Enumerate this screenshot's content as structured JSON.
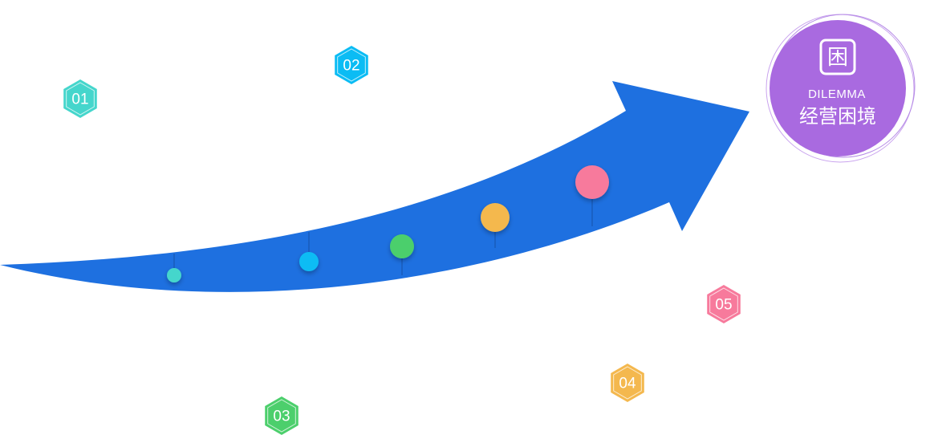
{
  "badge": {
    "english": "DILEMMA",
    "chinese": "经营困境",
    "icon": "kun-character-icon",
    "icon_glyph": "困",
    "color": "#a96ae0"
  },
  "arrow": {
    "color": "#1e70e0"
  },
  "milestones": [
    {
      "label": "01",
      "color": "#45d6cc"
    },
    {
      "label": "02",
      "color": "#0bbcf4"
    },
    {
      "label": "03",
      "color": "#4ccf6c"
    },
    {
      "label": "04",
      "color": "#f4b84e"
    },
    {
      "label": "05",
      "color": "#f77a9c"
    }
  ]
}
